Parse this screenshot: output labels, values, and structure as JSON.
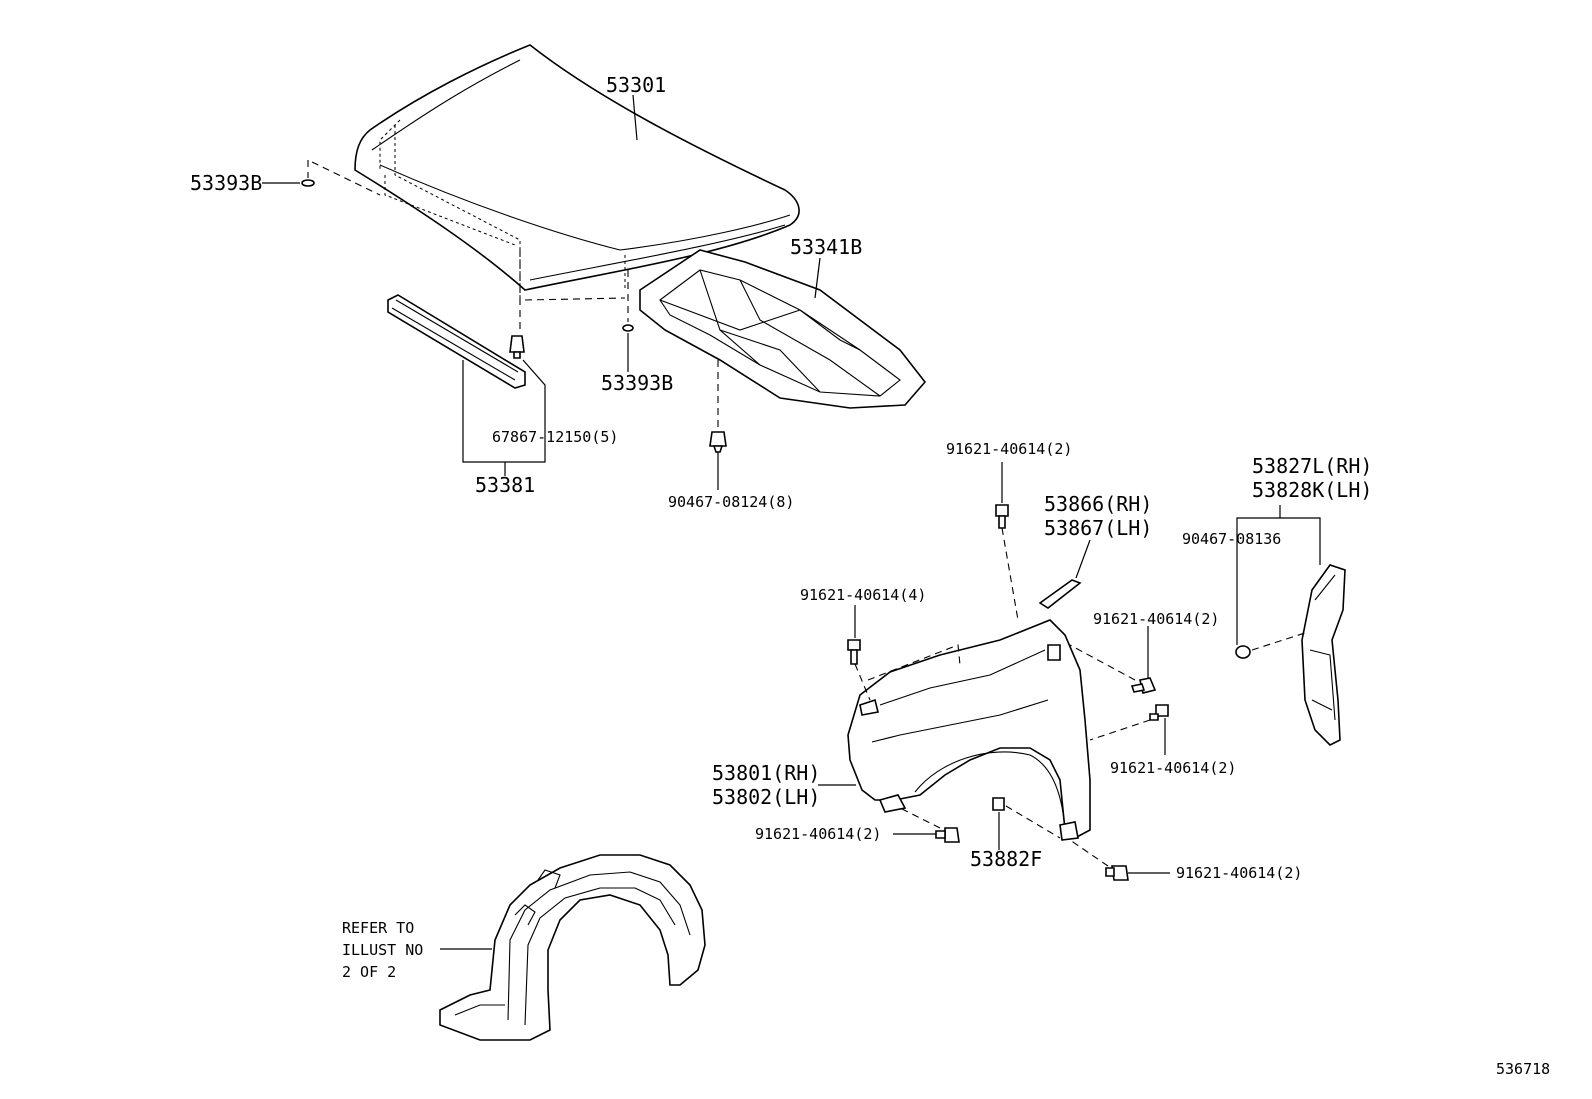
{
  "parts": {
    "hood": "53301",
    "hood_cushion_left": "53393B",
    "hood_cushion_bottom": "53393B",
    "hood_insulator": "53341B",
    "hood_seal": "53381",
    "seal_clip": "67867-12150(5)",
    "insulator_clip": "90467-08124(8)",
    "bolt_top": "91621-40614(2)",
    "fender_seal_rh": "53866(RH)",
    "fender_seal_lh": "53867(LH)",
    "liner_rh": "53827L(RH)",
    "liner_lh": "53828K(LH)",
    "liner_clip": "90467-08136",
    "bolt_left": "91621-40614(4)",
    "bolt_right_upper": "91621-40614(2)",
    "bolt_right_lower": "91621-40614(2)",
    "fender_rh": "53801(RH)",
    "fender_lh": "53802(LH)",
    "bolt_bottom_left": "91621-40614(2)",
    "fender_bracket": "53882F",
    "bolt_bottom_right": "91621-40614(2)"
  },
  "refer_note": [
    "REFER TO",
    "ILLUST NO",
    "2 OF 2"
  ],
  "illustration_number": "536718"
}
